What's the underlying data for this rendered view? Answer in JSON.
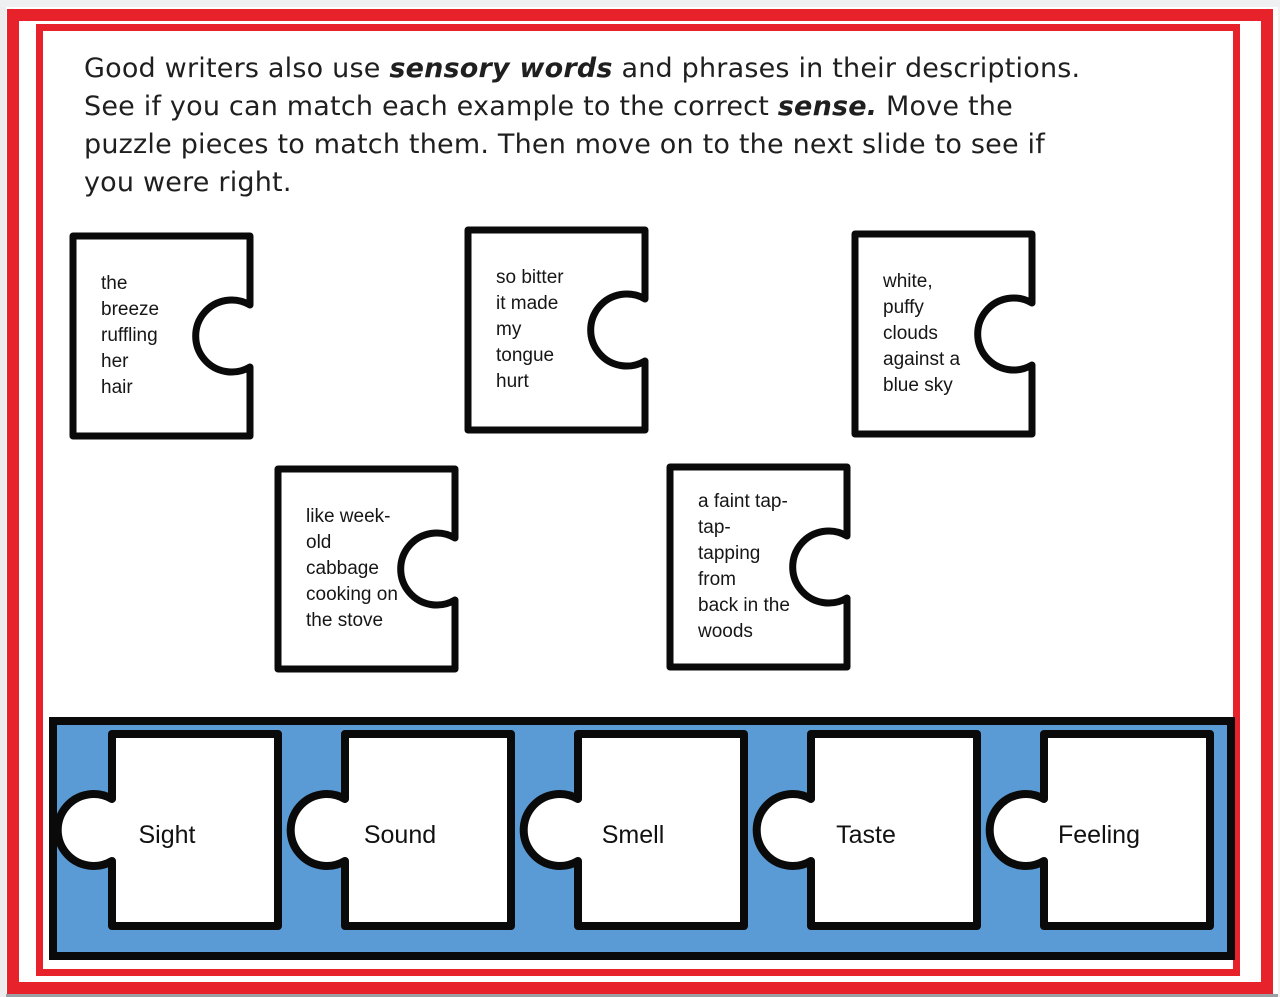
{
  "slide": {
    "instructions": {
      "segments": [
        {
          "text": "Good writers also use "
        },
        {
          "text": "sensory words",
          "style": "bold-italic"
        },
        {
          "text": " and phrases in their descriptions.\nSee if you can match each example to the correct "
        },
        {
          "text": "sense.",
          "style": "bold-italic"
        },
        {
          "text": " Move the\npuzzle pieces to match them. Then move on to the next slide to see if\nyou were right."
        }
      ]
    },
    "phrase_pieces": [
      {
        "id": "breeze",
        "text": "the\nbreeze\nruffling\nher\nhair"
      },
      {
        "id": "bitter",
        "text": "so bitter\nit made\nmy\ntongue\nhurt"
      },
      {
        "id": "clouds",
        "text": "white,\npuffy\nclouds\nagainst a\nblue sky"
      },
      {
        "id": "cabbage",
        "text": "like week-\nold\ncabbage\ncooking on\nthe stove"
      },
      {
        "id": "tapping",
        "text": "a faint tap-\ntap-\ntapping\nfrom\nback in the\nwoods"
      }
    ],
    "sense_pieces": [
      {
        "label": "Sight"
      },
      {
        "label": "Sound"
      },
      {
        "label": "Smell"
      },
      {
        "label": "Taste"
      },
      {
        "label": "Feeling"
      }
    ],
    "colors": {
      "frame_red": "#e8222a",
      "tray_blue": "#5b9bd5",
      "outline_black": "#0a0a0a"
    }
  }
}
